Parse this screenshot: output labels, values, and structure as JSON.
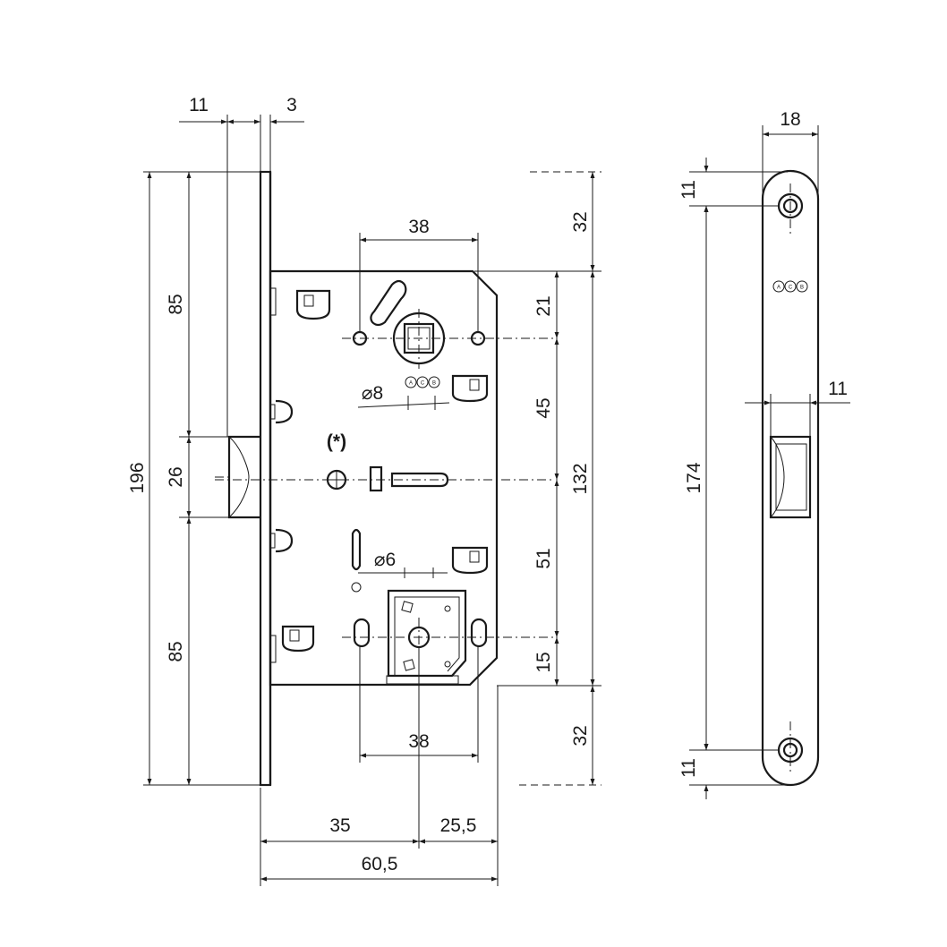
{
  "drawing": {
    "note_marker": "(*)",
    "front": {
      "top_width": "11",
      "top_thickness": "3",
      "height_total": "196",
      "upper": "85",
      "latch": "26",
      "lower": "85",
      "center_spacing_top": "38",
      "center_spacing_bottom": "38",
      "hole_top": "⌀8",
      "hole_bottom": "⌀6",
      "backset": "35",
      "rear": "25,5",
      "depth": "60,5",
      "right_top": "32",
      "right_a": "21",
      "right_b": "45",
      "right_c": "51",
      "right_d": "15",
      "right_body": "132",
      "right_bottom": "32",
      "stamp": [
        "A",
        "C",
        "B"
      ]
    },
    "faceplate": {
      "width": "18",
      "hole_offset_top": "11",
      "latch_width": "11",
      "hole_spacing": "174",
      "hole_offset_bottom": "11",
      "stamp": [
        "A",
        "C",
        "B"
      ]
    }
  }
}
